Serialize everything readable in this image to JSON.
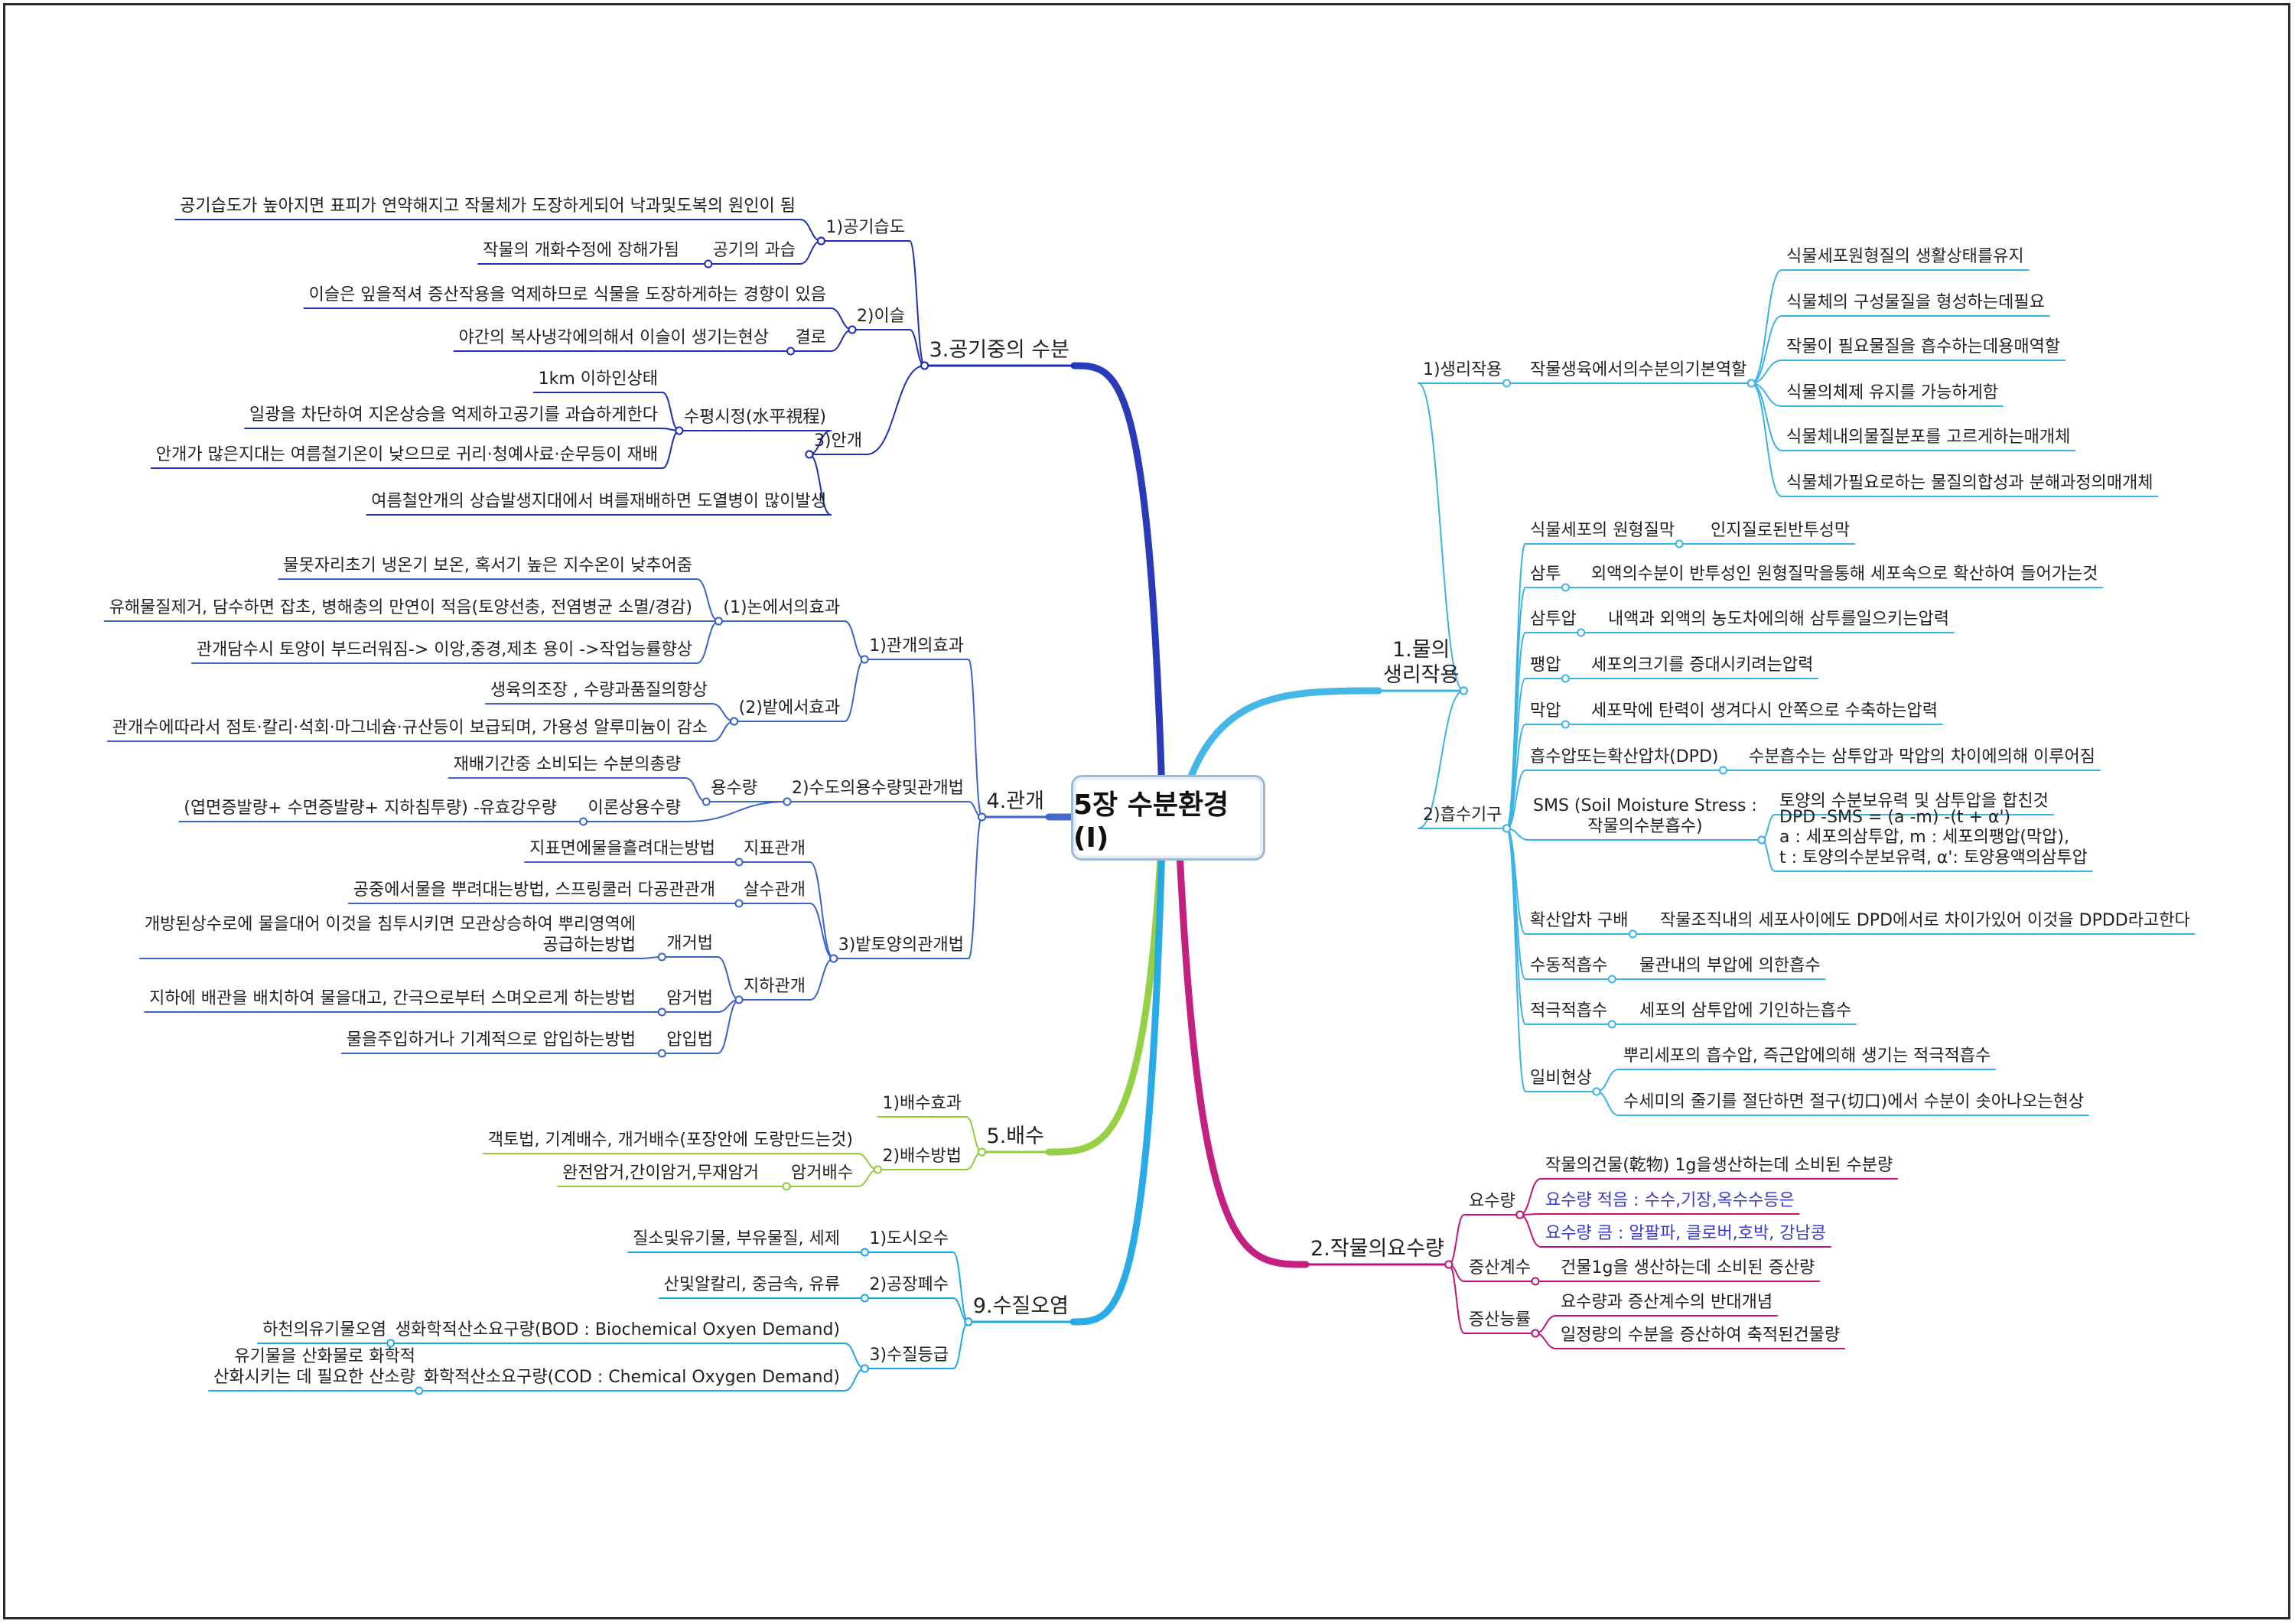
{
  "center": {
    "title": "5장 수분환경(I)"
  },
  "n": {
    "s1": "1.물의\n생리작용",
    "s1a": "1)생리작용",
    "s1a_1": "작물생육에서의수분의기본역할",
    "s1a_1a": "식물세포원형질의 생활상태를유지",
    "s1a_1b": "식물체의 구성물질을 형성하는데필요",
    "s1a_1c": "작물이 필요물질을 흡수하는데용매역할",
    "s1a_1d": "식물의체제 유지를 가능하게함",
    "s1a_1e": "식물체내의물질분포를 고르게하는매개체",
    "s1a_1f": "식물체가필요로하는 물질의합성과 분해과정의매개체",
    "s1b": "2)흡수기구",
    "s1b_1": "식물세포의 원형질막",
    "s1b_1a": "인지질로된반투성막",
    "s1b_2": "삼투",
    "s1b_2a": "외액의수분이 반투성인 원형질막을통해 세포속으로 확산하여 들어가는것",
    "s1b_3": "삼투압",
    "s1b_3a": "내액과 외액의 농도차에의해 삼투를일으키는압력",
    "s1b_4": "팽압",
    "s1b_4a": "세포의크기를 증대시키려는압력",
    "s1b_5": "막압",
    "s1b_5a": "세포막에 탄력이 생겨다시 안쪽으로 수축하는압력",
    "s1b_6": "흡수압또는확산압차(DPD)",
    "s1b_6a": "수분흡수는 삼투압과 막압의 차이에의해 이루어짐",
    "s1b_7": "SMS (Soil Moisture Stress :\n작물의수분흡수)",
    "s1b_7a": "토양의 수분보유력 및 삼투압을 합친것",
    "s1b_7b": "DPD -SMS = (a -m) -(t + α')\na : 세포의삼투압, m : 세포의팽압(막압),\nt : 토양의수분보유력, α': 토양용액의삼투압",
    "s1b_8": "확산압차 구배",
    "s1b_8a": "작물조직내의 세포사이에도 DPD에서로 차이가있어 이것을 DPDD라고한다",
    "s1b_9": "수동적흡수",
    "s1b_9a": "물관내의 부압에 의한흡수",
    "s1b_10": "적극적흡수",
    "s1b_10a": "세포의 삼투압에 기인하는흡수",
    "s1b_11": "일비현상",
    "s1b_11a": "뿌리세포의 흡수압, 즉근압에의해 생기는 적극적흡수",
    "s1b_11b": "수세미의 줄기를 절단하면 절구(切口)에서 수분이 솟아나오는현상",
    "s2": "2.작물의요수량",
    "s2a": "요수량",
    "s2a_1": "작물의건물(乾物) 1g을생산하는데 소비된 수분량",
    "s2a_2": "요수량 적음 : 수수,기장,옥수수등은",
    "s2a_3": "요수량 큼 : 알팔파, 클로버,호박, 강남콩",
    "s2b": "증산계수",
    "s2b_1": "건물1g을 생산하는데 소비된 증산량",
    "s2c": "증산능률",
    "s2c_1": "요수량과 증산계수의 반대개념",
    "s2c_2": "일정량의 수분을 증산하여 축적된건물량",
    "s3": "3.공기중의 수분",
    "s3a": "1)공기습도",
    "s3a_1": "공기습도가 높아지면 표피가 연약해지고 작물체가 도장하게되어 낙과및도복의 원인이 됨",
    "s3a_2": "공기의 과습",
    "s3a_2a": "작물의 개화수정에 장해가됨",
    "s3b": "2)이슬",
    "s3b_1": "이슬은 잎을적셔 증산작용을 억제하므로 식물을 도장하게하는 경향이 있음",
    "s3b_2": "결로",
    "s3b_2a": "야간의 복사냉각에의해서 이슬이 생기는현상",
    "s3c": "3)안개",
    "s3c_1": "수평시정(水平視程)",
    "s3c_1a": "1km 이하인상태",
    "s3c_2": "일광을 차단하여 지온상승을 억제하고공기를 과습하게한다",
    "s3c_3": "안개가 많은지대는 여름철기온이 낮으므로 귀리·청예사료·순무등이 재배",
    "s3c_4": "여름철안개의 상습발생지대에서 벼를재배하면 도열병이 많이발생",
    "s4": "4.관개",
    "s4a": "1)관개의효과",
    "s4a_1": "(1)논에서의효과",
    "s4a_1a": "물못자리초기 냉온기 보온, 혹서기 높은 지수온이 낮추어줌",
    "s4a_1b": "유해물질제거, 담수하면 잡초, 병해충의 만연이 적음(토양선충, 전염병균 소멸/경감)",
    "s4a_1c": "관개담수시 토양이 부드러워짐-> 이앙,중경,제초 용이 ->작업능률향상",
    "s4a_2": "(2)밭에서효과",
    "s4a_2a": "생육의조장 , 수량과품질의향상",
    "s4a_2b": "관개수에따라서 점토·칼리·석회·마그네슘·규산등이 보급되며, 가용성 알루미늄이 감소",
    "s4b": "2)수도의용수량및관개법",
    "s4b_1": "용수량",
    "s4b_1a": "재배기간중 소비되는 수분의총량",
    "s4b_2": "이론상용수량",
    "s4b_2a": "(엽면증발량+ 수면증발량+ 지하침투량) -유효강우량",
    "s4c": "3)밭토양의관개법",
    "s4c_1": "지표관개",
    "s4c_1a": "지표면에물을흘려대는방법",
    "s4c_2": "살수관개",
    "s4c_2a": "공중에서물을 뿌려대는방법, 스프링쿨러 다공관관개",
    "s4c_3": "지하관개",
    "s4c_3a": "개거법",
    "s4c_3a1": "개방된상수로에 물을대어 이것을 침투시키면 모관상승하여 뿌리영역에\n공급하는방법",
    "s4c_3b": "암거법",
    "s4c_3b1": "지하에 배관을 배치하여 물을대고, 간극으로부터 스며오르게 하는방법",
    "s4c_3c": "압입법",
    "s4c_3c1": "물을주입하거나 기계적으로 압입하는방법",
    "s5": "5.배수",
    "s5a": "1)배수효과",
    "s5b": "2)배수방법",
    "s5b_1": "객토법, 기계배수, 개거배수(포장안에 도랑만드는것)",
    "s5b_2": "암거배수",
    "s5b_2a": "완전암거,간이암거,무재암거",
    "s9": "9.수질오염",
    "s9a": "1)도시오수",
    "s9a_1": "질소및유기물, 부유물질, 세제",
    "s9b": "2)공장폐수",
    "s9b_1": "산및알칼리, 중금속, 유류",
    "s9c": "3)수질등급",
    "s9c_1": "생화학적산소요구량(BOD : Biochemical Oxyen Demand)",
    "s9c_1a": "하천의유기물오염",
    "s9c_2": "화학적산소요구량(COD : Chemical Oxygen Demand)",
    "s9c_2a": "유기물을 산화물로 화학적\n산화시키는 데 필요한 산소량"
  },
  "colors": {
    "s1": "#3bb3e6",
    "s2": "#c0147a",
    "s3": "#1f2fb5",
    "s4": "#3a63c9",
    "s5": "#8fcd3c",
    "s9": "#1ea7e6",
    "s2_blue_text": "#3a3ad0"
  }
}
